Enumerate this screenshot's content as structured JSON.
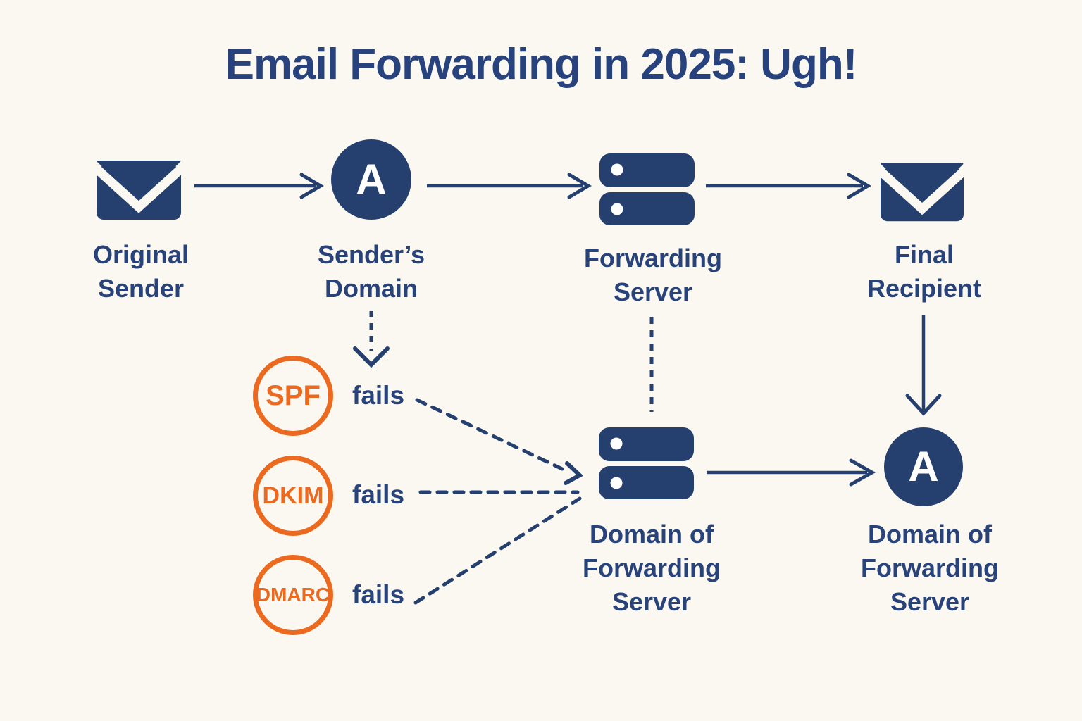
{
  "title": "Email Forwarding in 2025: Ugh!",
  "colors": {
    "navy": "#25406F",
    "navy_text": "#28427A",
    "orange": "#EC6A1F",
    "background": "#FAF8F1",
    "icon_letter_color": "#FFFFFF"
  },
  "nodes": {
    "original_sender": {
      "icon": "envelope-icon",
      "lines": [
        "Original",
        "Sender"
      ]
    },
    "senders_domain": {
      "icon": "domain-a-icon",
      "letter": "A",
      "lines": [
        "Sender’s",
        "Domain"
      ]
    },
    "forwarding_server": {
      "icon": "server-icon",
      "lines": [
        "Forwarding",
        "Server"
      ]
    },
    "final_recipient": {
      "icon": "envelope-icon",
      "lines": [
        "Final",
        "Recipient"
      ]
    },
    "domain_of_forwarding_server": {
      "icon": "server-icon",
      "lines": [
        "Domain of",
        "Forwarding",
        "Server"
      ]
    },
    "domain_of_forwarding_server_dest": {
      "icon": "domain-a-icon",
      "letter": "A",
      "lines": [
        "Domain of",
        "Forwarding",
        "Server"
      ]
    }
  },
  "checks": [
    {
      "name": "SPF",
      "status": "fails"
    },
    {
      "name": "DKIM",
      "status": "fails"
    },
    {
      "name": "DMARC",
      "status": "fails"
    }
  ]
}
